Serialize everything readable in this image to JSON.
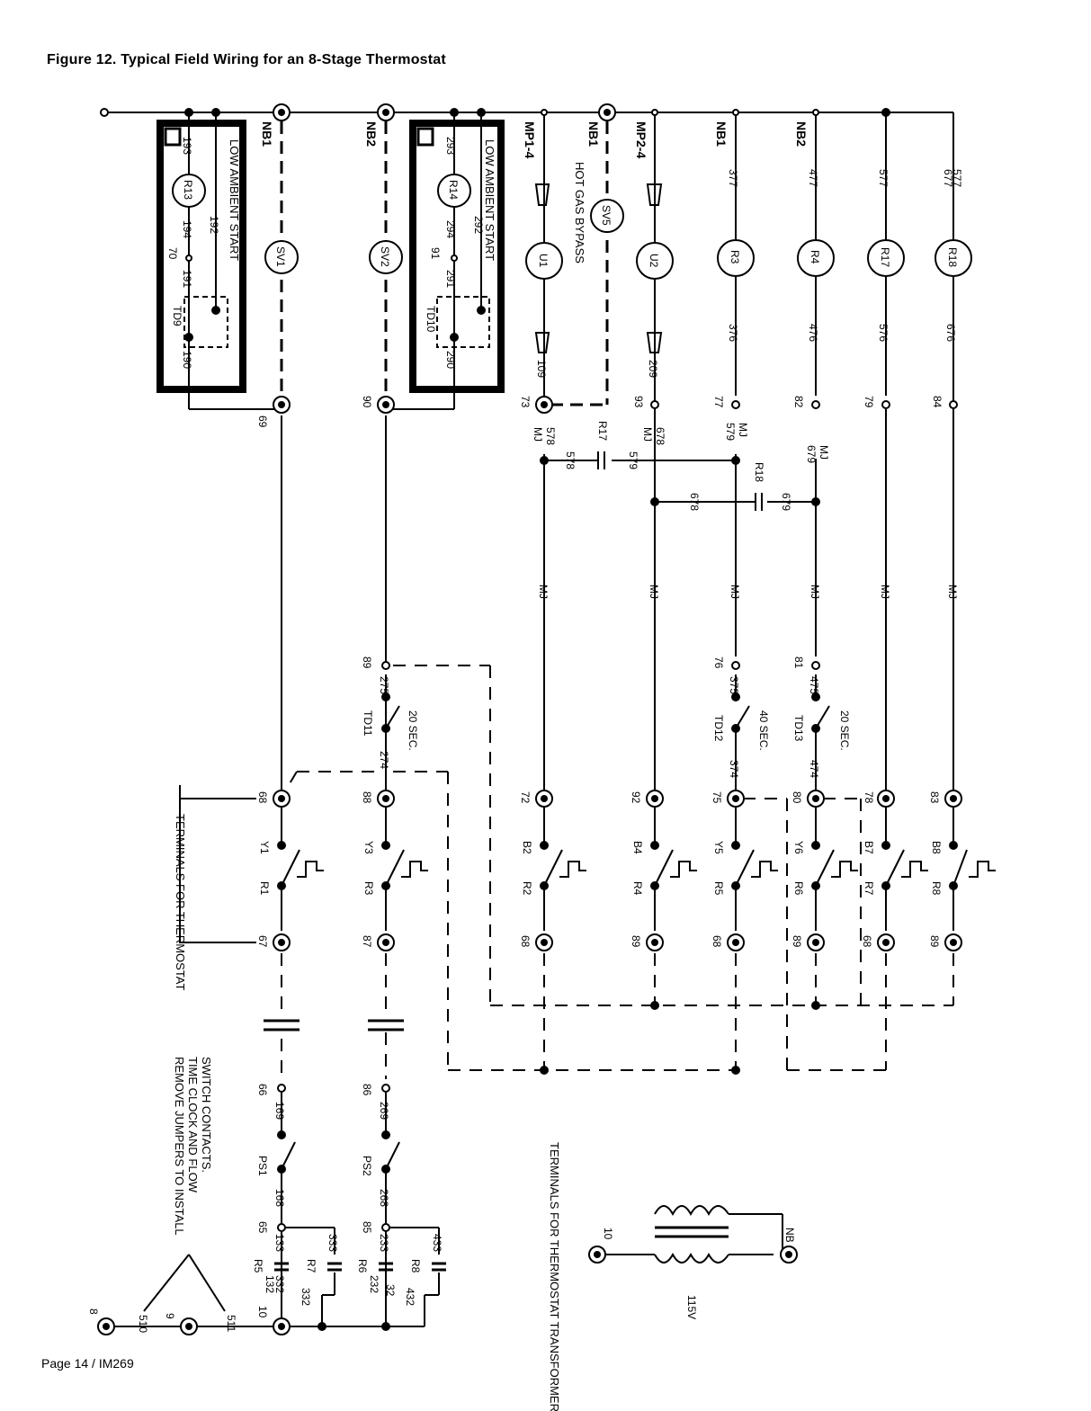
{
  "title": "Figure 12. Typical Field Wiring for an 8-Stage Thermostat",
  "footer": "Page 14 / IM269",
  "diagram": {
    "nb1": "NB1",
    "nb2": "NB2",
    "mp1": "MP1-4",
    "mp2": "MP2-4",
    "hot_gas_bypass": "HOT GAS BYPASS",
    "low_ambient_start": "LOW AMBIENT START",
    "terminals_for_thermostat": "TERMINALS FOR THERMOSTAT",
    "terminals_for_transformer": "TERMINALS FOR THERMOSTAT TRANSFORMER",
    "jumper_note_1": "REMOVE JUMPERS TO INSTALL",
    "jumper_note_2": "TIME CLOCK AND FLOW",
    "jumper_note_3": "SWITCH CONTACTS.",
    "volt_115": "115V",
    "mj": "MJ",
    "sec20": "20 SEC.",
    "sec40": "40 SEC.",
    "wire_numbers": {
      "w69": "69",
      "w90": "90",
      "w73": "73",
      "w93": "93",
      "w77": "77",
      "w82": "82",
      "w79": "79",
      "w84": "84",
      "w190": "190",
      "w191": "191",
      "w192": "192",
      "w193": "193",
      "w194": "194",
      "w70": "70",
      "w290": "290",
      "w291": "291",
      "w292": "292",
      "w293": "293",
      "w294": "294",
      "w91": "91",
      "w109": "109",
      "w209": "209",
      "w376": "376",
      "w377": "377",
      "w476": "476",
      "w477": "477",
      "w576": "576",
      "w577": "577",
      "w676": "676",
      "w677": "677",
      "w578": "578",
      "w579": "579",
      "w678": "678",
      "w679": "679",
      "w89": "89",
      "w76": "76",
      "w81": "81",
      "w275": "275",
      "w274": "274",
      "w375": "375",
      "w374": "374",
      "w475": "475",
      "w474": "474",
      "w68": "68",
      "w67": "67",
      "w88": "88",
      "w87": "87",
      "w72": "72",
      "w92": "92",
      "w75": "75",
      "w80": "80",
      "w78": "78",
      "w83": "83",
      "w66": "66",
      "w169": "169",
      "w168": "168",
      "w65": "65",
      "w86": "86",
      "w269": "269",
      "w268": "268",
      "w85": "85",
      "w133": "133",
      "w132": "132",
      "w332": "332",
      "w333": "333",
      "w233": "233",
      "w232": "232",
      "w32": "32",
      "w432": "432",
      "w433": "433",
      "w10": "10",
      "w8": "8",
      "w9": "9",
      "w510": "510",
      "w511": "511",
      "wNB": "NB"
    },
    "components": {
      "td9": "TD9",
      "td10": "TD10",
      "td11": "TD11",
      "td12": "TD12",
      "td13": "TD13",
      "r13": "R13",
      "r14": "R14",
      "sv1": "SV1",
      "sv2": "SV2",
      "sv5": "SV5",
      "u1": "U1",
      "u2": "U2",
      "r3": "R3",
      "r4": "R4",
      "r17": "R17",
      "r18": "R18",
      "r1": "R1",
      "r2": "R2",
      "r5": "R5",
      "r6": "R6",
      "r7": "R7",
      "r8": "R8",
      "y1": "Y1",
      "y3": "Y3",
      "b2": "B2",
      "b4": "B4",
      "y5": "Y5",
      "y6": "Y6",
      "b7": "B7",
      "b8": "B8",
      "ps1": "PS1",
      "ps2": "PS2"
    }
  }
}
